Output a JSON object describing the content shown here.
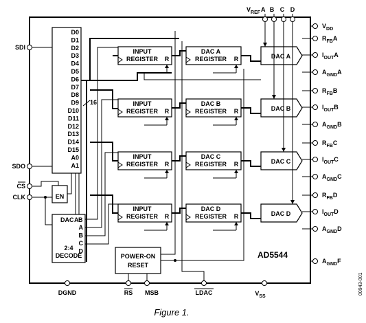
{
  "figure": {
    "caption": "Figure 1.",
    "part_number": "AD5544",
    "doc_code": "00943-001"
  },
  "pins_left": {
    "sdi": "SDI",
    "sdo": "SDO",
    "cs": "CS",
    "clk": "CLK"
  },
  "pins_bottom": {
    "dgnd": "DGND",
    "rs": "RS",
    "msb": "MSB",
    "ldac": "LDAC",
    "vss": "V",
    "vss_sub": "SS"
  },
  "pins_top": {
    "vref": "V",
    "vref_sub": "REF",
    "a": "A",
    "b": "B",
    "c": "C",
    "d": "D"
  },
  "pins_right": {
    "vdd": "V",
    "vdd_sub": "DD",
    "channels": [
      {
        "rfb": "R",
        "rfb_sub": "FB",
        "rfb_ch": "A",
        "iout": "I",
        "iout_sub": "OUT",
        "iout_ch": "A",
        "agnd": "A",
        "agnd_sub": "GND",
        "agnd_ch": "A"
      },
      {
        "rfb": "R",
        "rfb_sub": "FB",
        "rfb_ch": "B",
        "iout": "I",
        "iout_sub": "OUT",
        "iout_ch": "B",
        "agnd": "A",
        "agnd_sub": "GND",
        "agnd_ch": "B"
      },
      {
        "rfb": "R",
        "rfb_sub": "FB",
        "rfb_ch": "C",
        "iout": "I",
        "iout_sub": "OUT",
        "iout_ch": "C",
        "agnd": "A",
        "agnd_sub": "GND",
        "agnd_ch": "C"
      },
      {
        "rfb": "R",
        "rfb_sub": "FB",
        "rfb_ch": "D",
        "iout": "I",
        "iout_sub": "OUT",
        "iout_ch": "D",
        "agnd": "A",
        "agnd_sub": "GND",
        "agnd_ch": "D"
      }
    ],
    "agndf": "A",
    "agndf_sub": "GND",
    "agndf_ch": "F"
  },
  "shift_register": {
    "bits": [
      "D0",
      "D1",
      "D2",
      "D3",
      "D4",
      "D5",
      "D6",
      "D7",
      "D8",
      "D9",
      "D10",
      "D11",
      "D12",
      "D13",
      "D14",
      "D15",
      "A0",
      "A1"
    ]
  },
  "bus_width": "16",
  "input_registers": [
    {
      "line1": "INPUT",
      "line2": "REGISTER",
      "r": "R"
    },
    {
      "line1": "INPUT",
      "line2": "REGISTER",
      "r": "R"
    },
    {
      "line1": "INPUT",
      "line2": "REGISTER",
      "r": "R"
    },
    {
      "line1": "INPUT",
      "line2": "REGISTER",
      "r": "R"
    }
  ],
  "dac_registers": [
    {
      "line1": "DAC A",
      "line2": "REGISTER",
      "r": "R"
    },
    {
      "line1": "DAC B",
      "line2": "REGISTER",
      "r": "R"
    },
    {
      "line1": "DAC C",
      "line2": "REGISTER",
      "r": "R"
    },
    {
      "line1": "DAC D",
      "line2": "REGISTER",
      "r": "R"
    }
  ],
  "dacs": [
    "DAC A",
    "DAC B",
    "DAC C",
    "DAC D"
  ],
  "decoder": {
    "title": "DAC",
    "inputs": [
      "A",
      "B"
    ],
    "outputs": [
      "A",
      "B",
      "C",
      "D"
    ],
    "line1": "2:4",
    "line2": "DECODE"
  },
  "enable": "EN",
  "power_on_reset": {
    "line1": "POWER-ON",
    "line2": "RESET"
  }
}
